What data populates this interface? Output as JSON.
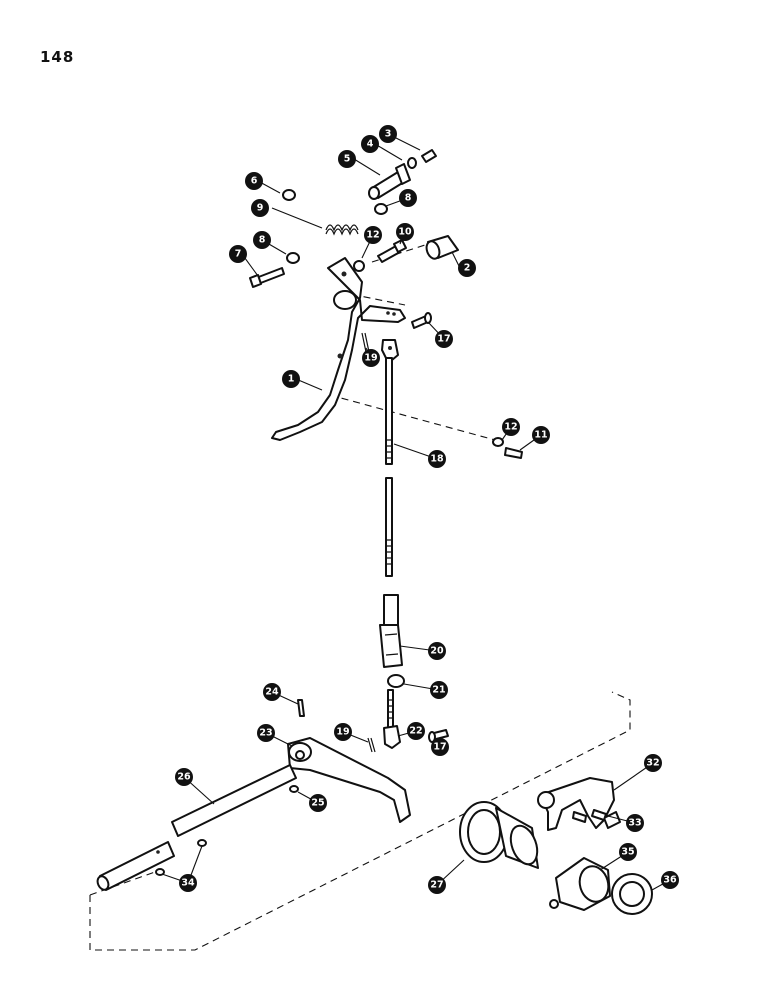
{
  "page_number": "148",
  "callouts": [
    {
      "id": "1",
      "label": "1"
    },
    {
      "id": "2",
      "label": "2"
    },
    {
      "id": "3",
      "label": "3"
    },
    {
      "id": "4",
      "label": "4"
    },
    {
      "id": "5",
      "label": "5"
    },
    {
      "id": "6",
      "label": "6"
    },
    {
      "id": "7",
      "label": "7"
    },
    {
      "id": "8a",
      "label": "8"
    },
    {
      "id": "8b",
      "label": "8"
    },
    {
      "id": "9",
      "label": "9"
    },
    {
      "id": "10",
      "label": "10"
    },
    {
      "id": "11",
      "label": "11"
    },
    {
      "id": "12a",
      "label": "12"
    },
    {
      "id": "12b",
      "label": "12"
    },
    {
      "id": "17a",
      "label": "17"
    },
    {
      "id": "17b",
      "label": "17"
    },
    {
      "id": "18",
      "label": "18"
    },
    {
      "id": "19a",
      "label": "19"
    },
    {
      "id": "19b",
      "label": "19"
    },
    {
      "id": "20",
      "label": "20"
    },
    {
      "id": "21",
      "label": "21"
    },
    {
      "id": "22",
      "label": "22"
    },
    {
      "id": "23",
      "label": "23"
    },
    {
      "id": "24",
      "label": "24"
    },
    {
      "id": "25",
      "label": "25"
    },
    {
      "id": "26",
      "label": "26"
    },
    {
      "id": "27",
      "label": "27"
    },
    {
      "id": "32",
      "label": "32"
    },
    {
      "id": "33",
      "label": "33"
    },
    {
      "id": "34",
      "label": "34"
    },
    {
      "id": "35",
      "label": "35"
    },
    {
      "id": "36",
      "label": "36"
    }
  ]
}
